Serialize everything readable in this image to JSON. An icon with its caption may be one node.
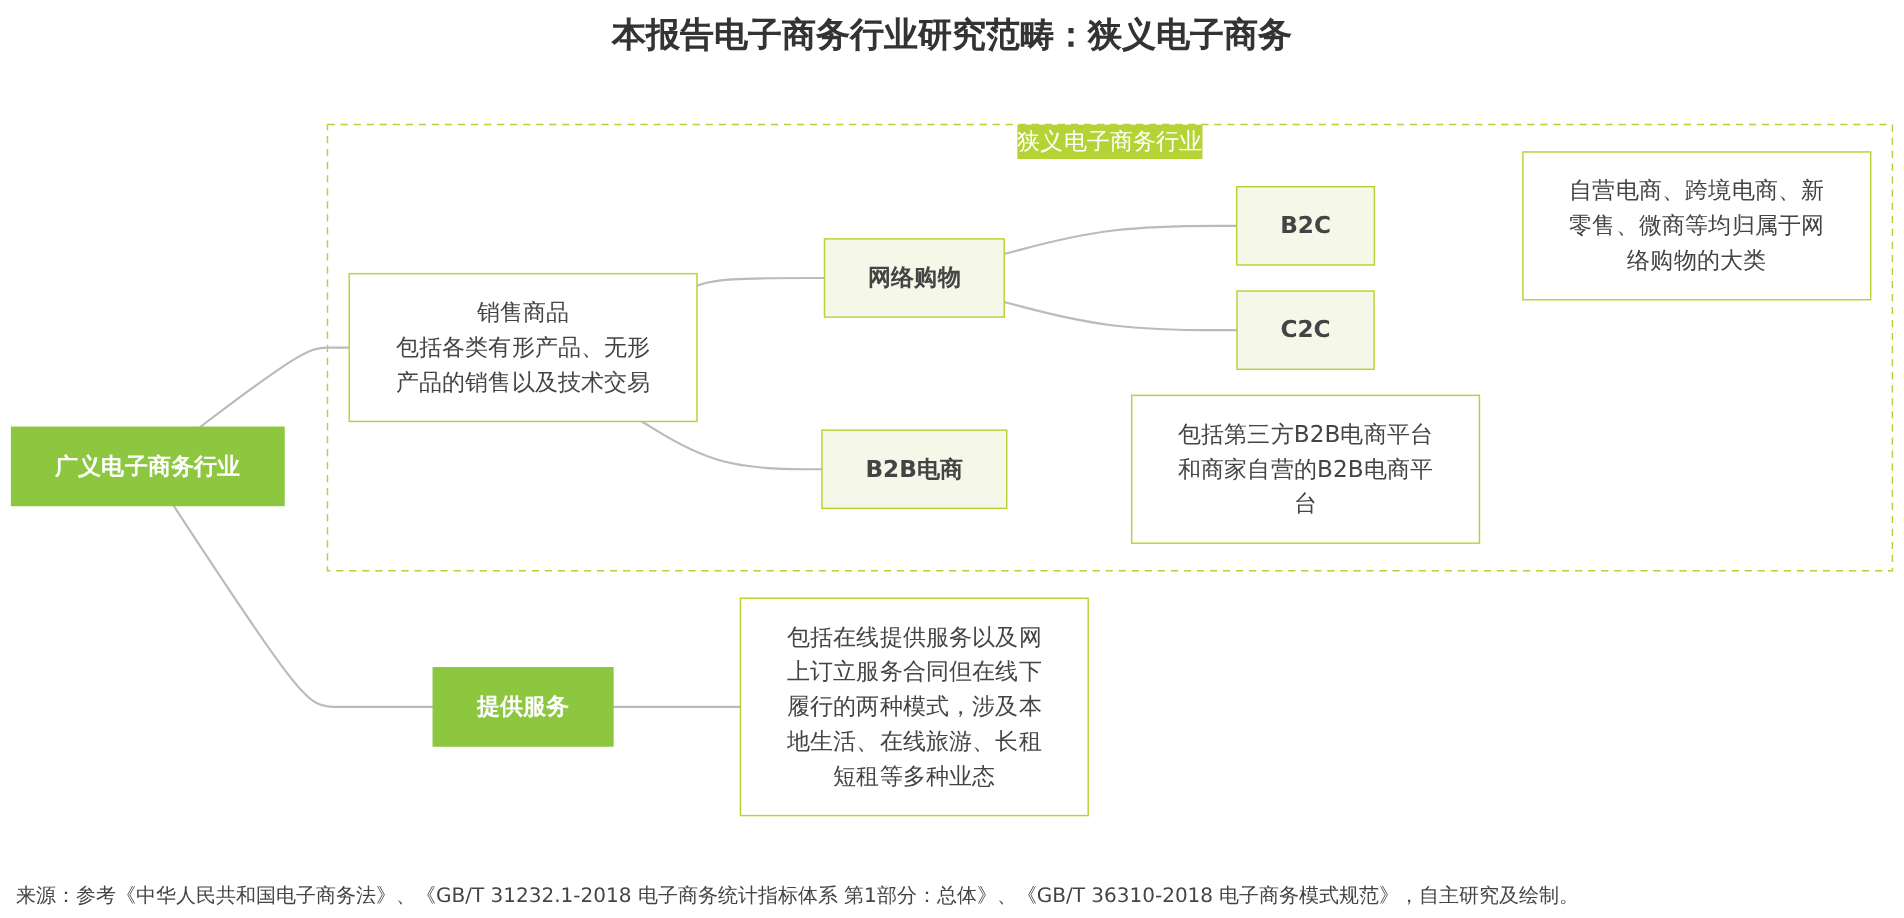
{
  "diagram": {
    "title": "本报告电子商务行业研究范畴：狭义电子商务",
    "caption": "来源：参考《中华人民共和国电子商务法》、《GB/T 31232.1-2018 电子商务统计指标体系 第1部分：总体》、《GB/T 36310-2018 电子商务模式规范》，自主研究及绘制。",
    "nodes": [
      {
        "text": [
          "广义电子商务行业"
        ]
      },
      {
        "text": [
          "狭义电子商务行业"
        ]
      },
      {
        "text": [
          "销售商品",
          "包括各类有形产品、无形产品的销售以及技术交易"
        ],
        "in": 1
      },
      {
        "text": [
          "网络购物"
        ],
        "in": 1
      },
      {
        "text": [
          "B2C"
        ],
        "in": 1
      },
      {
        "text": [
          "C2C"
        ],
        "in": 1
      },
      {
        "text": [
          "自营电商、跨境电商、新零售、微商等均归属于网络购物的大类"
        ],
        "in": 1
      },
      {
        "text": [
          "B2B电商"
        ],
        "in": 1
      },
      {
        "text": [
          "包括第三方B2B电商平台和商家自营的B2B电商平台"
        ],
        "in": 1
      },
      {
        "text": [
          "提供服务"
        ]
      },
      {
        "text": [
          "包括在线提供服务以及网上订立服务合同但在线下履行的两种模式，涉及本地生活、在线旅游、长租短租等多种业态"
        ]
      }
    ],
    "edges": [
      {
        "from": 0,
        "to": 2,
        "arrow": "none"
      },
      {
        "from": 0,
        "to": 9,
        "arrow": "none"
      },
      {
        "from": 2,
        "to": 3,
        "arrow": "none"
      },
      {
        "from": 2,
        "to": 7,
        "arrow": "none"
      },
      {
        "from": 3,
        "to": 4,
        "arrow": "none"
      },
      {
        "from": 3,
        "to": 5,
        "arrow": "none"
      },
      {
        "from": 9,
        "to": 10,
        "arrow": "none"
      }
    ]
  }
}
